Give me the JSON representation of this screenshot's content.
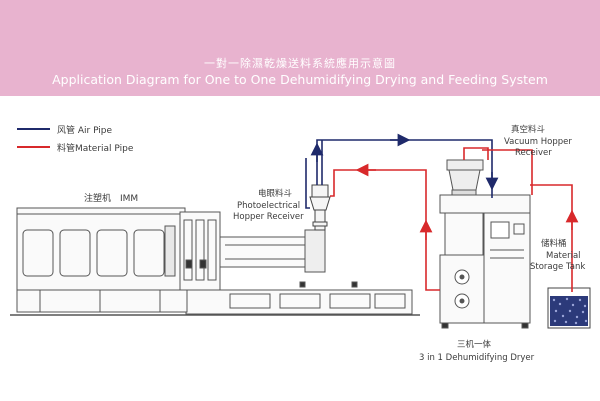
{
  "header": {
    "title_cn": "一對一除濕乾燥送料系統應用示意圖",
    "title_en": "Application Diagram for One to One Dehumidifying Drying and Feeding System"
  },
  "legend": {
    "air_pipe": "风管 Air Pipe",
    "material_pipe": "料管Material Pipe"
  },
  "labels": {
    "imm": "注塑机　IMM",
    "photo_cn": "电眼料斗",
    "photo_en1": "Photoelectrical",
    "photo_en2": "Hopper Receiver",
    "vac_cn": "真空料斗",
    "vac_en1": "Vacuum Hopper",
    "vac_en2": "Receiver",
    "tank_cn": "储料桶",
    "tank_en1": "Material",
    "tank_en2": "Storage Tank",
    "dryer_cn": "三机一体",
    "dryer_en": "3 in 1 Dehumidifying Dryer"
  },
  "colors": {
    "banner": "#e8b3cf",
    "air_pipe": "#1f2a6b",
    "material_pipe": "#d8292b",
    "machine_line": "#555555"
  }
}
